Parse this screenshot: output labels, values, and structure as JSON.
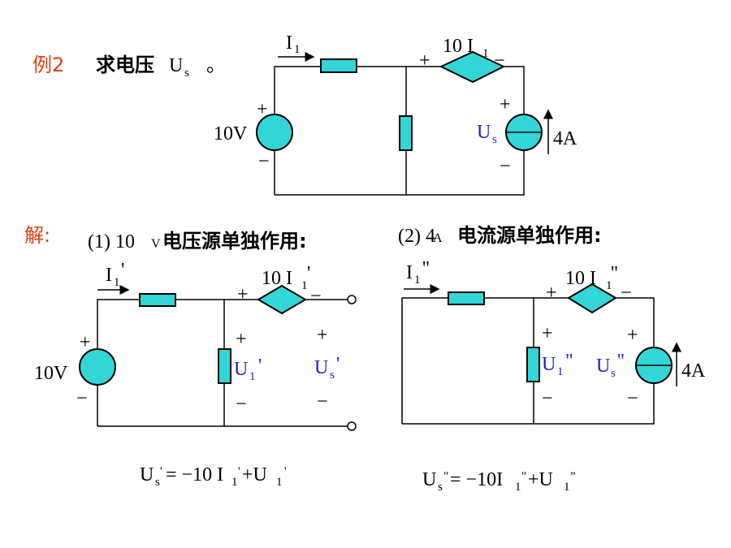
{
  "problem": {
    "label": "例2",
    "task_prefix": "求电压",
    "task_var": "U",
    "task_sub": "s",
    "task_end": "。"
  },
  "solution_label": "解:",
  "case1": {
    "num": "(1) 10",
    "unit": "V",
    "title": "电压源单独作用:"
  },
  "case2": {
    "num": "(2) 4",
    "unit": "A",
    "title": "电流源单独作用:"
  },
  "main_circuit": {
    "current": "I",
    "current_sub": "1",
    "vsource": "10V",
    "dep_coef": "10 I",
    "dep_sub": "1",
    "us": "U",
    "us_sub": "s",
    "isource": "4A",
    "plus": "+",
    "minus": "−"
  },
  "circuit1": {
    "current": "I",
    "current_sub": "1",
    "current_prime": "'",
    "vsource": "10V",
    "dep_coef": "10 I",
    "dep_sub": "1",
    "dep_prime": "'",
    "u1": "U",
    "u1_sub": "1",
    "u1_prime": "'",
    "us": "U",
    "us_sub": "s",
    "us_prime": "'",
    "plus": "+",
    "minus": "−"
  },
  "circuit2": {
    "current": "I",
    "current_sub": "1",
    "current_prime": "''",
    "dep_coef": "10 I",
    "dep_sub": "1",
    "dep_prime": "''",
    "u1": "U",
    "u1_sub": "1",
    "u1_prime": "\"",
    "us": "U",
    "us_sub": "s",
    "us_prime": "''",
    "isource": "4A",
    "plus": "+",
    "minus": "−"
  },
  "eq1": {
    "a": "U",
    "a_sub": "s",
    "a_prime": "'",
    "mid": "= −10 I",
    "b_sub": "1",
    "b_prime": "'",
    "plus": "+U",
    "c_sub": "1",
    "c_prime": "'"
  },
  "eq2": {
    "a": "U",
    "a_sub": "s",
    "a_prime": "\"",
    "mid": "= −10I",
    "b_sub": "1",
    "b_prime": "\"",
    "plus": "+U",
    "c_sub": "1",
    "c_prime": "”"
  }
}
